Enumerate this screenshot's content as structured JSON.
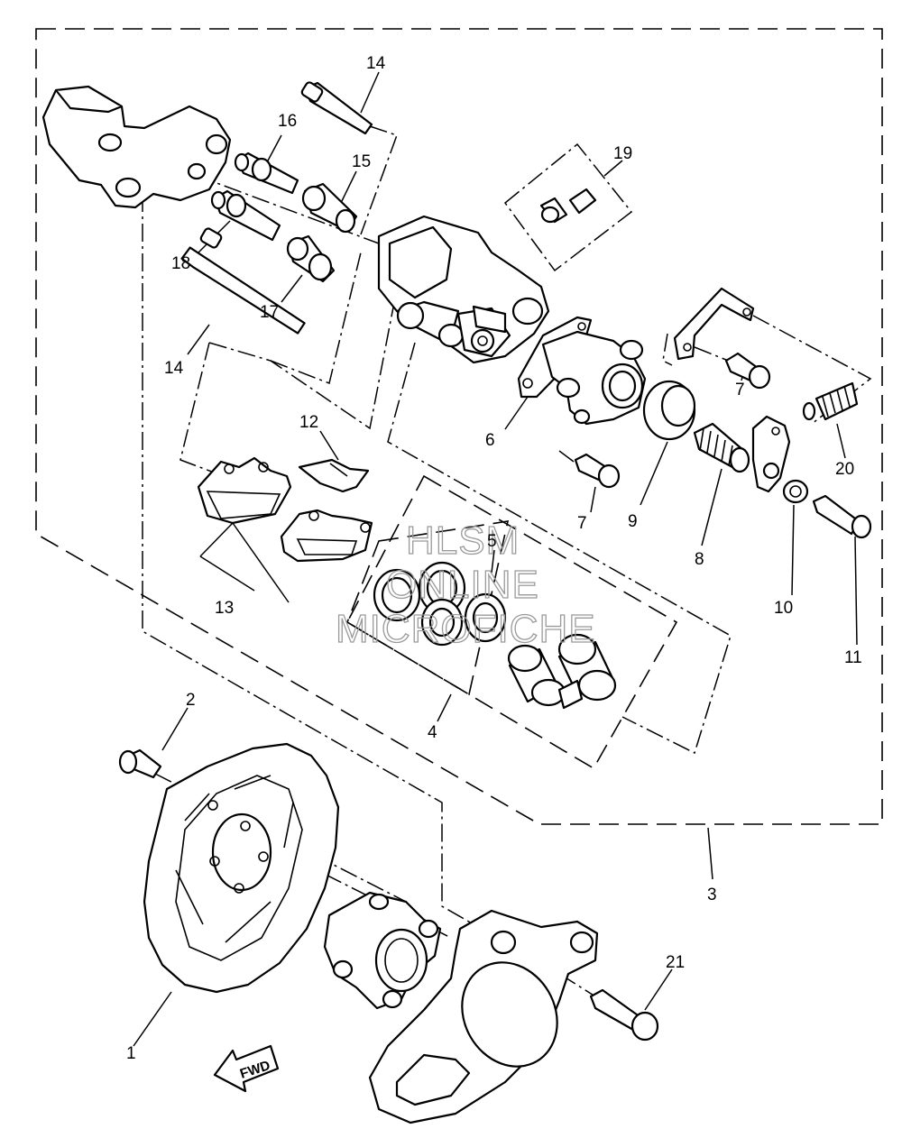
{
  "labels": {
    "l1": "1",
    "l2": "2",
    "l3": "3",
    "l4": "4",
    "l5": "5",
    "l6": "6",
    "l7a": "7",
    "l7b": "7",
    "l8": "8",
    "l9": "9",
    "l10": "10",
    "l11": "11",
    "l12": "12",
    "l13": "13",
    "l14a": "14",
    "l14b": "14",
    "l15": "15",
    "l16": "16",
    "l17": "17",
    "l18": "18",
    "l19": "19",
    "l20": "20",
    "l21": "21"
  },
  "watermark": {
    "line1": "HLSM",
    "line2": "ONLINE",
    "line3": "MICROFICHE"
  },
  "fwd_arrow": {
    "text": "FWD"
  }
}
